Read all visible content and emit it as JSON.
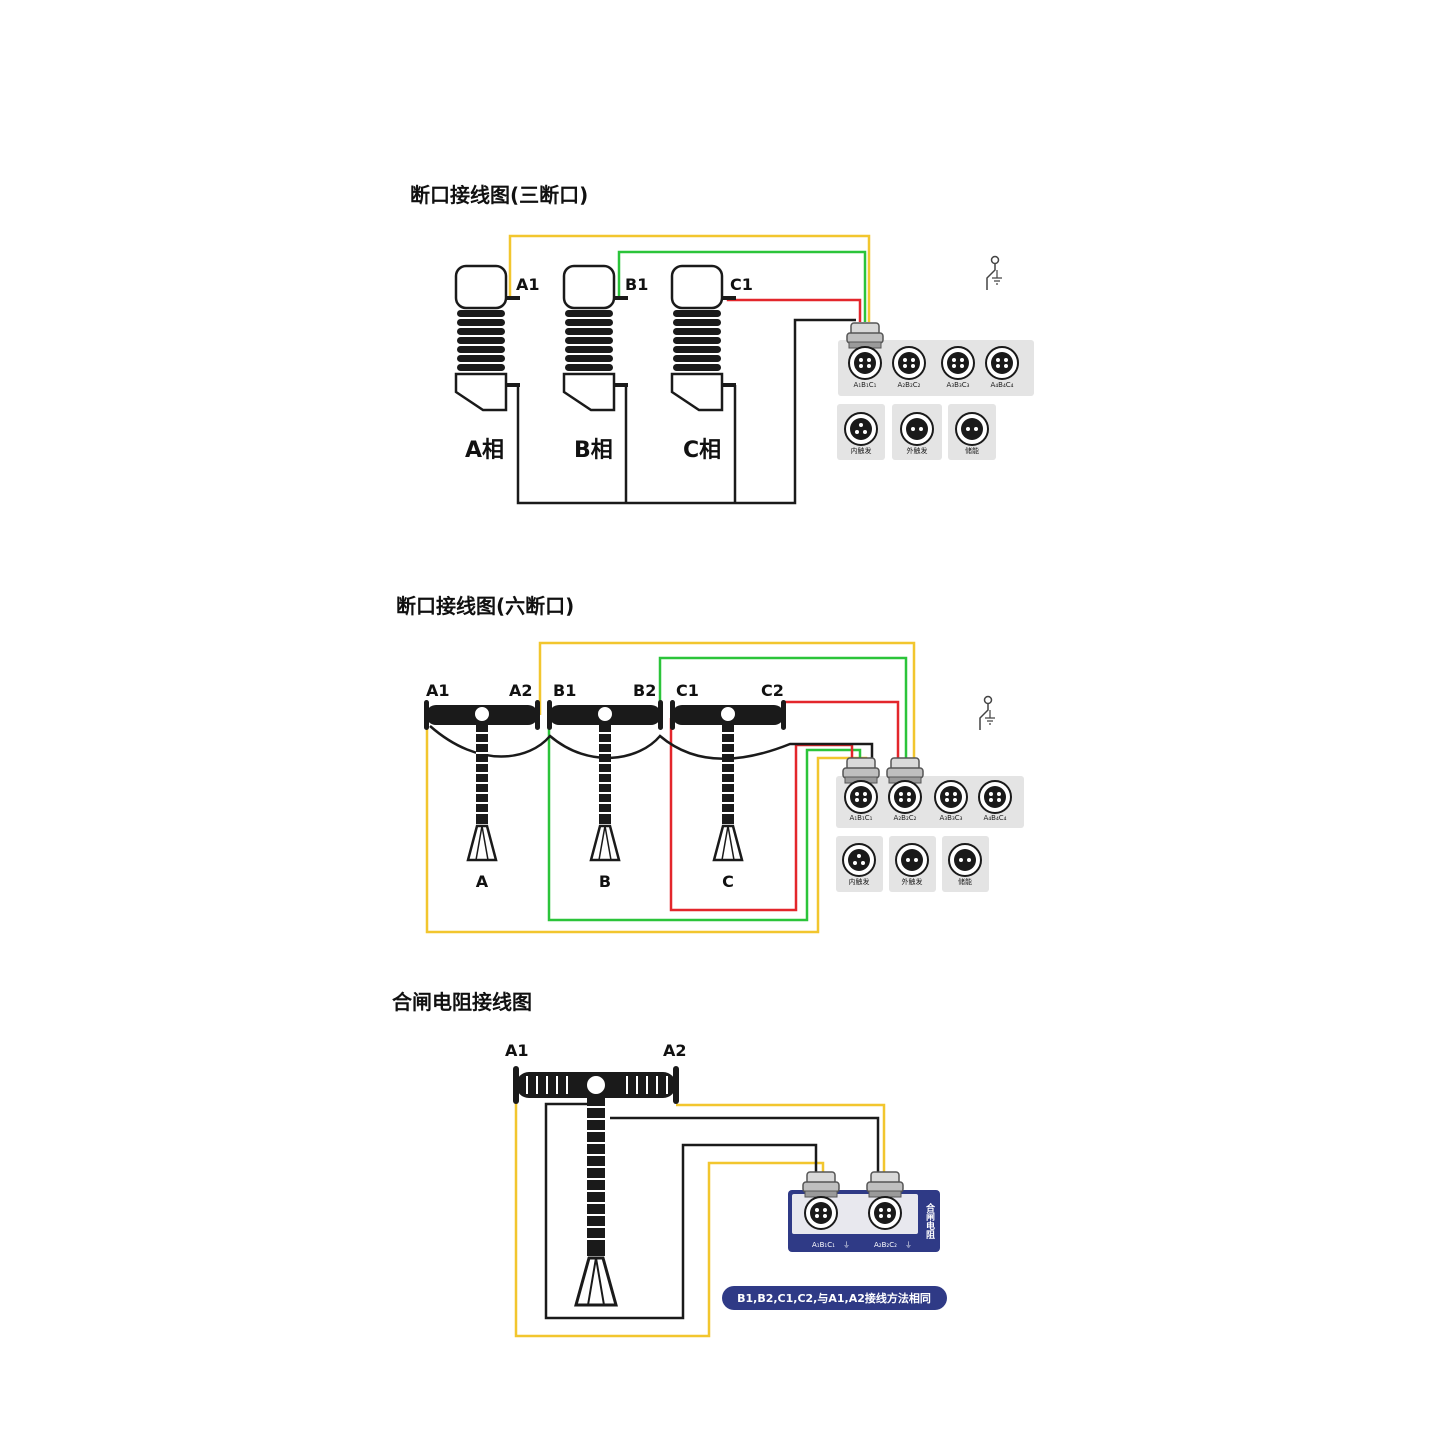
{
  "section1": {
    "title": "断口接线图(三断口)",
    "terminals": [
      "A1",
      "B1",
      "C1"
    ],
    "phases": [
      "A相",
      "B相",
      "C相"
    ],
    "ports": [
      "A₁B₁C₁",
      "A₂B₂C₂",
      "A₃B₃C₃",
      "A₄B₄C₄"
    ],
    "aux": [
      "内触发",
      "外触发",
      "储能"
    ]
  },
  "section2": {
    "title": "断口接线图(六断口)",
    "terminals": [
      "A1",
      "A2",
      "B1",
      "B2",
      "C1",
      "C2"
    ],
    "phases": [
      "A",
      "B",
      "C"
    ],
    "ports": [
      "A₁B₁C₁",
      "A₂B₂C₂",
      "A₃B₃C₃",
      "A₄B₄C₄"
    ],
    "aux": [
      "内触发",
      "外触发",
      "储能"
    ]
  },
  "section3": {
    "title": "合闸电阻接线图",
    "terminals": [
      "A1",
      "A2"
    ],
    "ports": [
      "A₁B₁C₁",
      "A₂B₂C₂"
    ],
    "ground_symbol": "⏚",
    "box_label": "合闸电阻",
    "note": "B1,B2,C1,C2,与A1,A2接线方法相同"
  },
  "colors": {
    "yellow": "#f2c62e",
    "green": "#2bc43a",
    "red": "#e3262b",
    "black": "#1a1a1a",
    "panel": "#e4e4e4",
    "navy": "#2f3a86"
  },
  "icons": [
    "ground-hook-icon",
    "connector-plug-icon",
    "socket-icon"
  ]
}
